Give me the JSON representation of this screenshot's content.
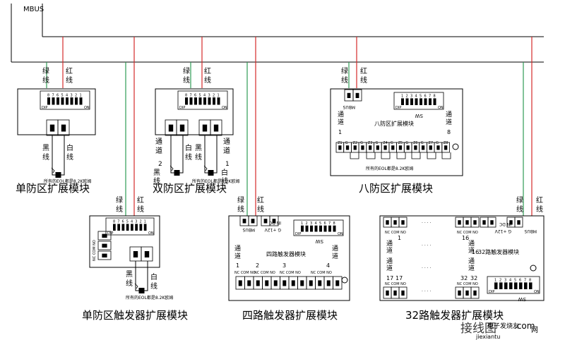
{
  "bus": {
    "label": "MBUS"
  },
  "wires": {
    "green": "绿线",
    "red": "红线",
    "black": "黑线",
    "white": "白线"
  },
  "colors": {
    "green_wire": "#2e9b55",
    "red_wire": "#d42a2a",
    "line": "#000000"
  },
  "dip": {
    "dip": "DIP",
    "on": "ON",
    "sw": "SW",
    "digits": [
      "8",
      "7",
      "6",
      "5",
      "4",
      "3",
      "2",
      "1"
    ]
  },
  "eol_note": "所有的EOL都是8.2K欧姆",
  "channel": "通道",
  "terminals": {
    "nc": "NC",
    "com": "COM",
    "no": "NO",
    "dc": "DC",
    "in": "IN",
    "plus12": "+12V",
    "g": "G",
    "mbus": "MBUS",
    "dots": "· · · ·"
  },
  "modules": {
    "single_zone": {
      "title": "单防区扩展模块"
    },
    "dual_zone": {
      "title": "双防区扩展模块",
      "ch2": "2",
      "ch1": "1"
    },
    "eight_zone": {
      "title": "八防区扩展模块",
      "center": "八防区扩展模块",
      "ch1": "1",
      "ch8": "8",
      "zones": [
        "Z1",
        "G",
        "Z2",
        "G",
        "Z3",
        "G",
        "Z4",
        "G",
        "Z5",
        "G",
        "Z6",
        "G",
        "Z7",
        "G",
        "Z8"
      ]
    },
    "single_trigger": {
      "title": "单防区触发器扩展模块"
    },
    "four_trigger": {
      "title": "四路触发器扩展模块",
      "center": "四路触发器模块",
      "nums": [
        "1",
        "2",
        "3",
        "4"
      ]
    },
    "thirtytwo_trigger": {
      "title": "32路触发器扩展模块",
      "center": "32路触发器模块",
      "nums": [
        "1",
        "16",
        "16",
        "17",
        "17",
        "32",
        "32"
      ]
    }
  },
  "watermark": {
    "text": "接线图",
    "brand": "电子发烧友",
    "sub": "jiexiantu",
    "domain": ".com"
  }
}
